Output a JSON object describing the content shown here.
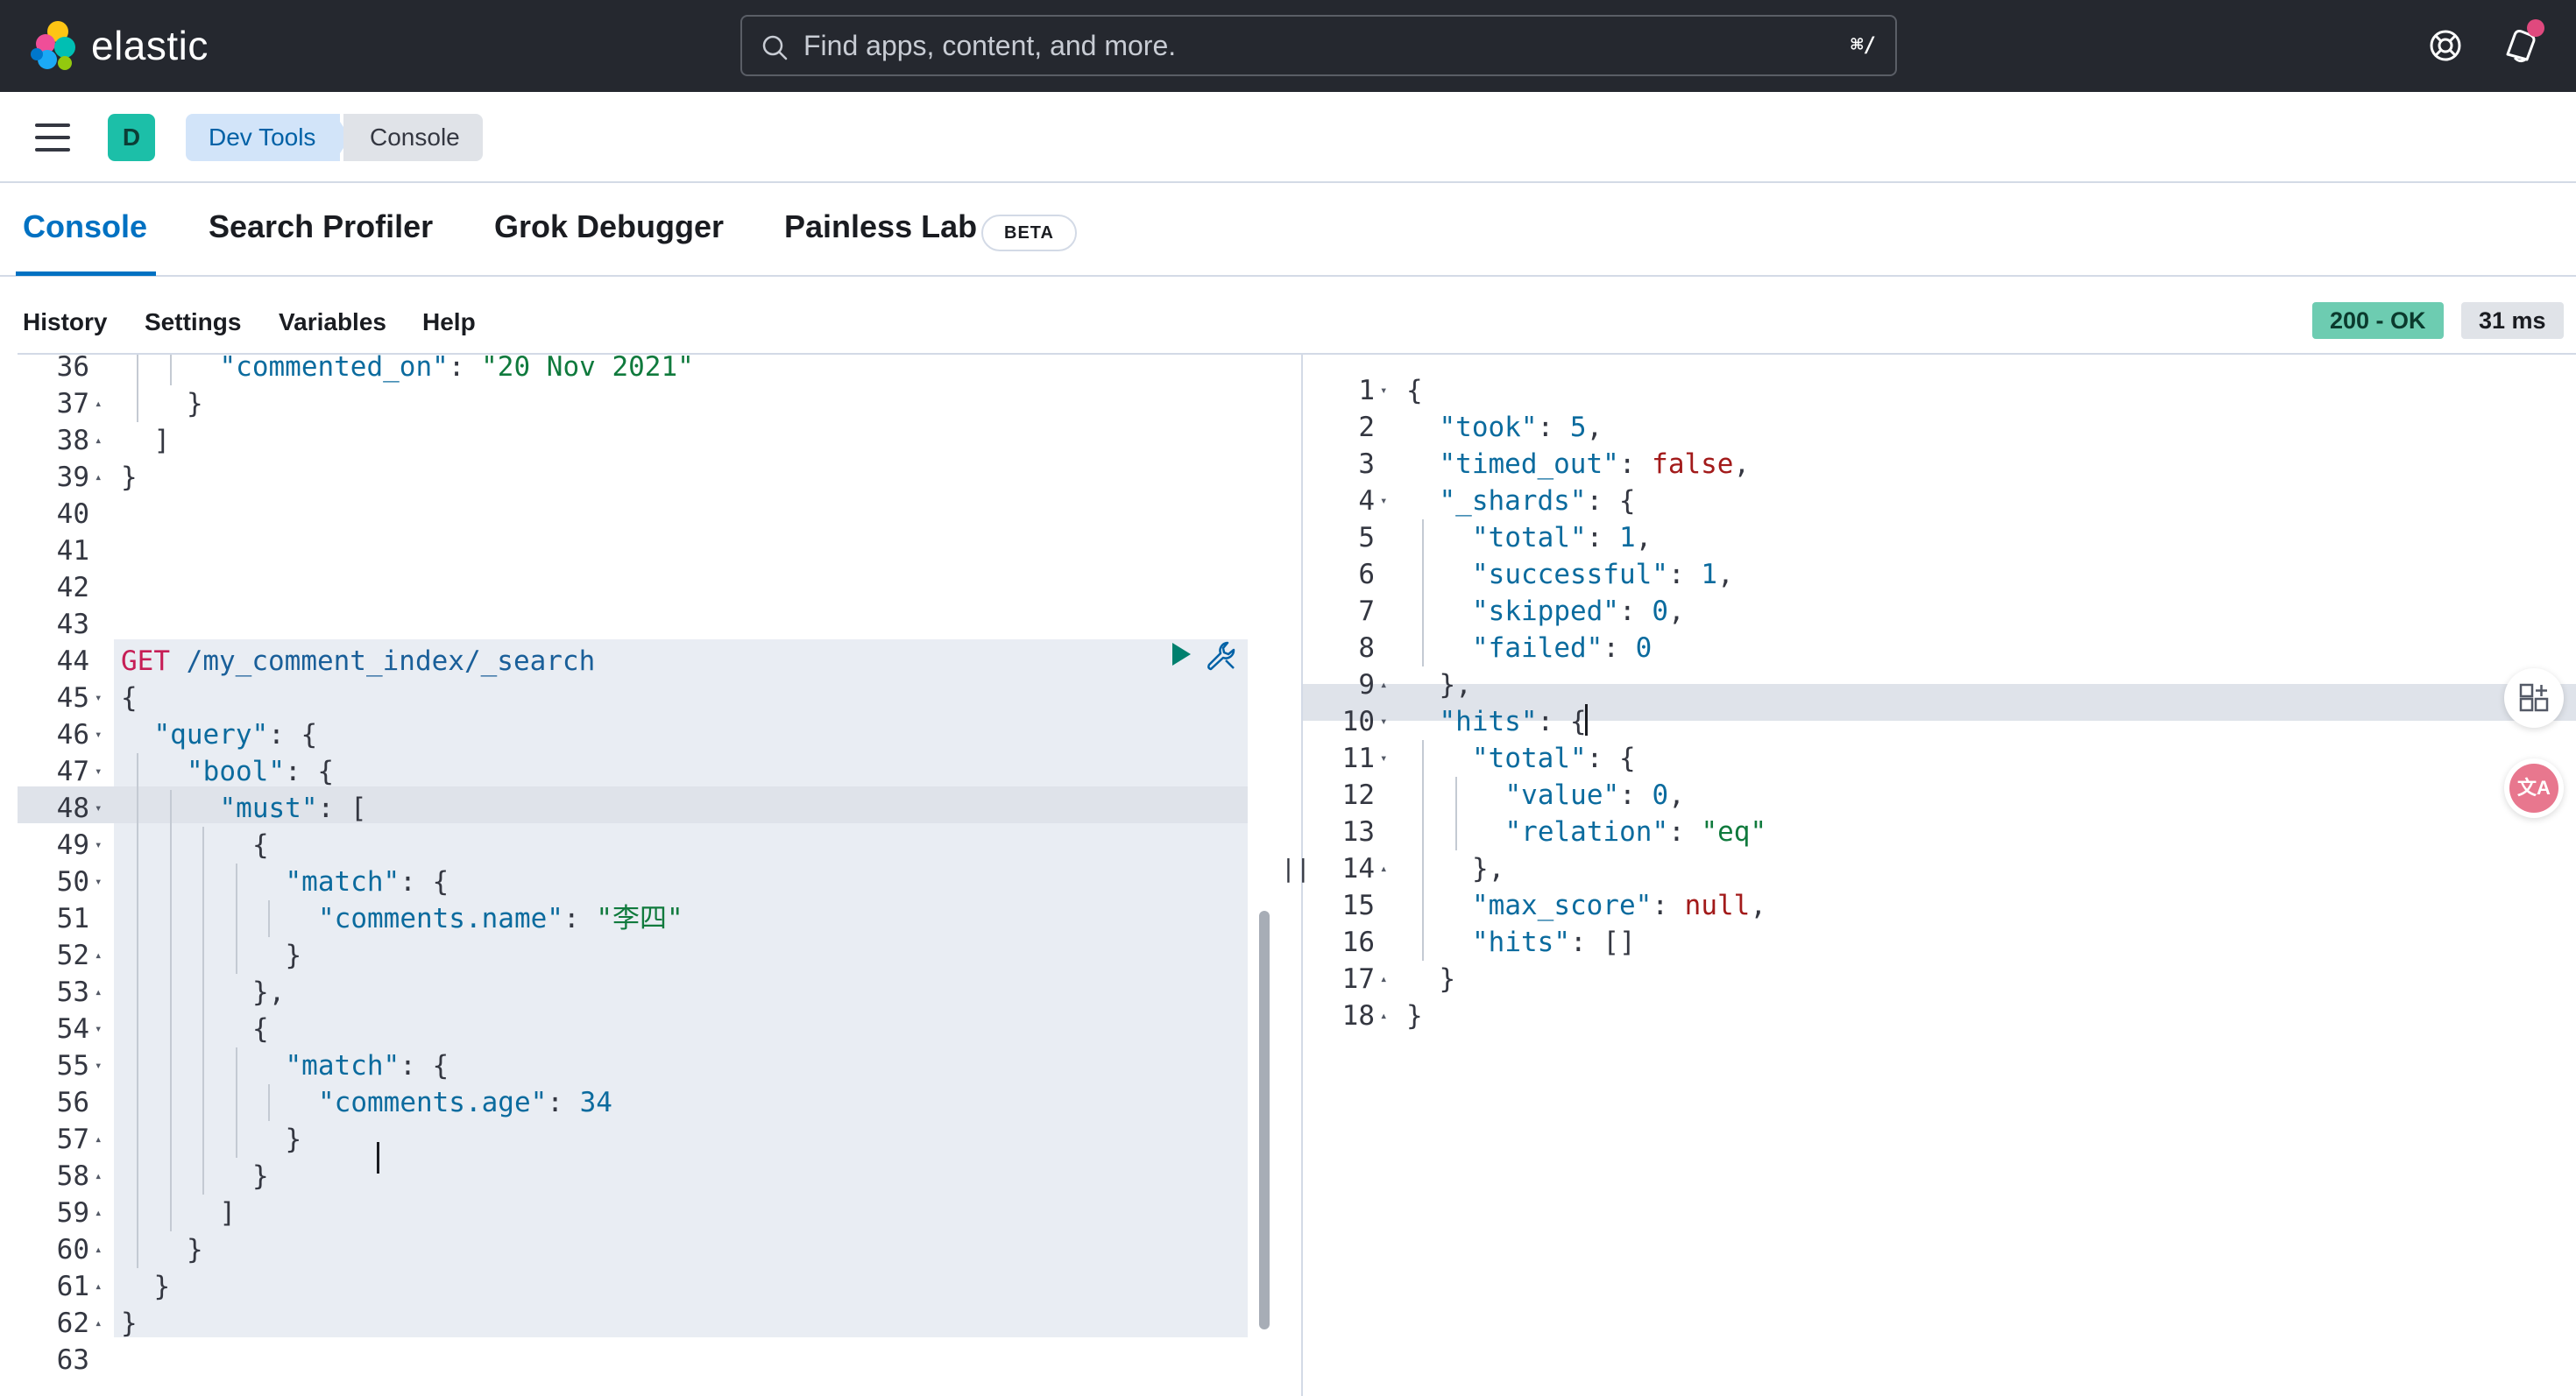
{
  "header": {
    "logo_text": "elastic",
    "search_placeholder": "Find apps, content, and more.",
    "search_shortcut": "⌘/",
    "icons": [
      "help-icon",
      "newsfeed-icon"
    ]
  },
  "breadcrumbs": {
    "space_initial": "D",
    "items": [
      "Dev Tools",
      "Console"
    ]
  },
  "tabs": [
    {
      "label": "Console",
      "active": true
    },
    {
      "label": "Search Profiler",
      "active": false
    },
    {
      "label": "Grok Debugger",
      "active": false
    },
    {
      "label": "Painless Lab",
      "active": false,
      "badge": "BETA"
    }
  ],
  "toolbar": {
    "links": [
      "History",
      "Settings",
      "Variables",
      "Help"
    ],
    "status": "200 - OK",
    "duration": "31 ms"
  },
  "request_editor": {
    "lines": [
      {
        "n": "36",
        "fold": "",
        "indent": 3,
        "text": "\"commented_on\": \"20 Nov 2021\""
      },
      {
        "n": "37",
        "fold": "▴",
        "indent": 2,
        "text": "}"
      },
      {
        "n": "38",
        "fold": "▴",
        "indent": 1,
        "text": "]"
      },
      {
        "n": "39",
        "fold": "▴",
        "indent": 0,
        "text": "}"
      },
      {
        "n": "40",
        "fold": "",
        "indent": 0,
        "text": ""
      },
      {
        "n": "41",
        "fold": "",
        "indent": 0,
        "text": ""
      },
      {
        "n": "42",
        "fold": "",
        "indent": 0,
        "text": ""
      },
      {
        "n": "43",
        "fold": "",
        "indent": 0,
        "text": ""
      },
      {
        "n": "44",
        "fold": "",
        "indent": 0,
        "text": "GET /my_comment_index/_search"
      },
      {
        "n": "45",
        "fold": "▾",
        "indent": 0,
        "text": "{"
      },
      {
        "n": "46",
        "fold": "▾",
        "indent": 1,
        "text": "\"query\": {"
      },
      {
        "n": "47",
        "fold": "▾",
        "indent": 2,
        "text": "\"bool\": {"
      },
      {
        "n": "48",
        "fold": "▾",
        "indent": 3,
        "text": "\"must\": ["
      },
      {
        "n": "49",
        "fold": "▾",
        "indent": 4,
        "text": "{"
      },
      {
        "n": "50",
        "fold": "▾",
        "indent": 5,
        "text": "\"match\": {"
      },
      {
        "n": "51",
        "fold": "",
        "indent": 6,
        "text": "\"comments.name\": \"李四\""
      },
      {
        "n": "52",
        "fold": "▴",
        "indent": 5,
        "text": "}"
      },
      {
        "n": "53",
        "fold": "▴",
        "indent": 4,
        "text": "},"
      },
      {
        "n": "54",
        "fold": "▾",
        "indent": 4,
        "text": "{"
      },
      {
        "n": "55",
        "fold": "▾",
        "indent": 5,
        "text": "\"match\": {"
      },
      {
        "n": "56",
        "fold": "",
        "indent": 6,
        "text": "\"comments.age\": 34"
      },
      {
        "n": "57",
        "fold": "▴",
        "indent": 5,
        "text": "}"
      },
      {
        "n": "58",
        "fold": "▴",
        "indent": 4,
        "text": "}"
      },
      {
        "n": "59",
        "fold": "▴",
        "indent": 3,
        "text": "]"
      },
      {
        "n": "60",
        "fold": "▴",
        "indent": 2,
        "text": "}"
      },
      {
        "n": "61",
        "fold": "▴",
        "indent": 1,
        "text": "}"
      },
      {
        "n": "62",
        "fold": "▴",
        "indent": 0,
        "text": "}"
      },
      {
        "n": "63",
        "fold": "",
        "indent": 0,
        "text": ""
      }
    ]
  },
  "response_editor": {
    "lines": [
      {
        "n": "1",
        "fold": "▾",
        "indent": 0,
        "text": "{"
      },
      {
        "n": "2",
        "fold": "",
        "indent": 1,
        "text": "\"took\": 5,"
      },
      {
        "n": "3",
        "fold": "",
        "indent": 1,
        "text": "\"timed_out\": false,"
      },
      {
        "n": "4",
        "fold": "▾",
        "indent": 1,
        "text": "\"_shards\": {"
      },
      {
        "n": "5",
        "fold": "",
        "indent": 2,
        "text": "\"total\": 1,"
      },
      {
        "n": "6",
        "fold": "",
        "indent": 2,
        "text": "\"successful\": 1,"
      },
      {
        "n": "7",
        "fold": "",
        "indent": 2,
        "text": "\"skipped\": 0,"
      },
      {
        "n": "8",
        "fold": "",
        "indent": 2,
        "text": "\"failed\": 0"
      },
      {
        "n": "9",
        "fold": "▴",
        "indent": 1,
        "text": "},"
      },
      {
        "n": "10",
        "fold": "▾",
        "indent": 1,
        "text": "\"hits\": {"
      },
      {
        "n": "11",
        "fold": "▾",
        "indent": 2,
        "text": "\"total\": {"
      },
      {
        "n": "12",
        "fold": "",
        "indent": 3,
        "text": "\"value\": 0,"
      },
      {
        "n": "13",
        "fold": "",
        "indent": 3,
        "text": "\"relation\": \"eq\""
      },
      {
        "n": "14",
        "fold": "▴",
        "indent": 2,
        "text": "},"
      },
      {
        "n": "15",
        "fold": "",
        "indent": 2,
        "text": "\"max_score\": null,"
      },
      {
        "n": "16",
        "fold": "",
        "indent": 2,
        "text": "\"hits\": []"
      },
      {
        "n": "17",
        "fold": "▴",
        "indent": 1,
        "text": "}"
      },
      {
        "n": "18",
        "fold": "▴",
        "indent": 0,
        "text": "}"
      }
    ]
  },
  "side_buttons": {
    "translate_label": "文A"
  },
  "colors": {
    "header_bg": "#25282f",
    "accent": "#0071c2",
    "status_ok": "#6dccb1",
    "space_badge": "#1cbfa8"
  }
}
